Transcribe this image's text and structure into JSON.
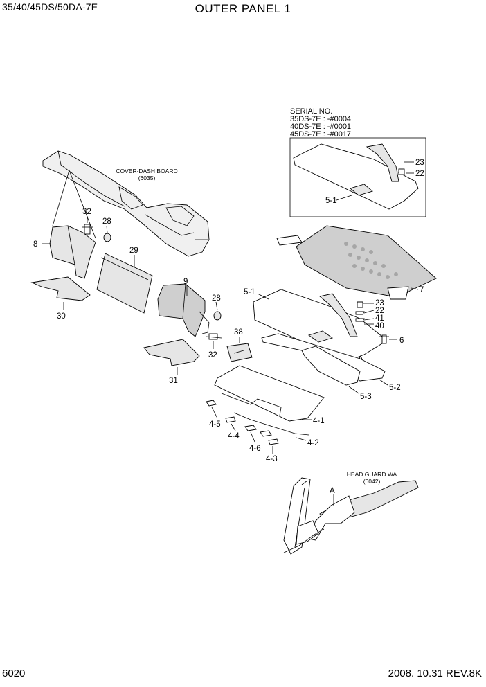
{
  "header": {
    "model": "35/40/45DS/50DA-7E",
    "title": "OUTER PANEL 1"
  },
  "footer": {
    "page": "6020",
    "date_rev": "2008. 10.31  REV.8K"
  },
  "serial_note": {
    "heading": "SERIAL NO.",
    "lines": [
      "35DS-7E : -#0004",
      "40DS-7E : -#0001",
      "45DS-7E : -#0017"
    ]
  },
  "references": {
    "cover_dash_board": {
      "name": "COVER-DASH BOARD",
      "code": "(6035)"
    },
    "head_guard": {
      "name": "HEAD GUARD WA",
      "code": "(6042)"
    }
  },
  "callouts": {
    "c32a": "32",
    "c28a": "28",
    "c8": "8",
    "c29": "29",
    "c9": "9",
    "c28b": "28",
    "c30": "30",
    "c38": "38",
    "c32b": "32",
    "c31": "31",
    "c23a": "23",
    "c22a": "22",
    "c5_1a": "5-1",
    "c7": "7",
    "c5_1b": "5-1",
    "c23b": "23",
    "c22b": "22",
    "c41": "41",
    "c40": "40",
    "c6": "6",
    "cA1": "A",
    "c5_2": "5-2",
    "c5_3": "5-3",
    "c4_1": "4-1",
    "c4_5": "4-5",
    "c4_4": "4-4",
    "c4_6": "4-6",
    "c4_2": "4-2",
    "c4_3": "4-3",
    "cA2": "A"
  }
}
